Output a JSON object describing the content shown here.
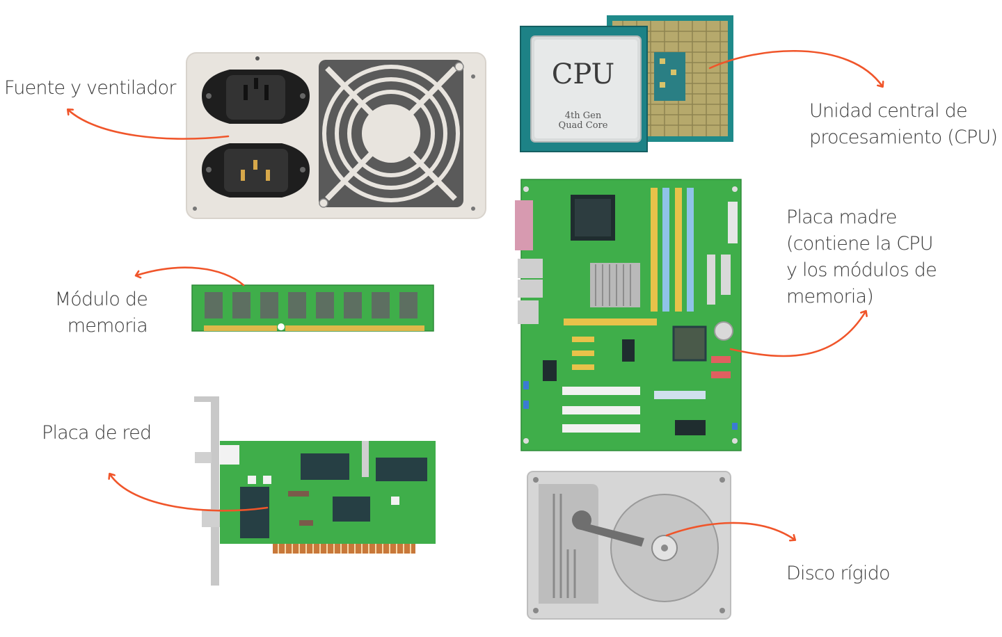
{
  "labels": {
    "power_supply": [
      "Fuente y ventilador"
    ],
    "memory": [
      "Módulo de",
      "memoria"
    ],
    "network": [
      "Placa de red"
    ],
    "cpu": [
      "Unidad central de",
      "procesamiento (CPU)"
    ],
    "motherboard": [
      "Placa madre",
      "(contiene la CPU",
      "y los módulos de",
      "memoria)"
    ],
    "hard_disk": [
      "Disco rígido"
    ]
  },
  "cpu_chip": {
    "brand": "CPU",
    "line1": "4th Gen",
    "line2": "Quad Core"
  },
  "colors": {
    "arrow": "#f0552a",
    "pcb_green": "#3fae4a",
    "cpu_teal": "#2a8f8f",
    "psu_body": "#e8e4de",
    "disk_grey": "#bdbdbd",
    "label_text": "#3a3a3a"
  },
  "icons": [
    "power-supply-icon",
    "cpu-icon",
    "memory-module-icon",
    "motherboard-icon",
    "network-card-icon",
    "hard-disk-icon"
  ]
}
